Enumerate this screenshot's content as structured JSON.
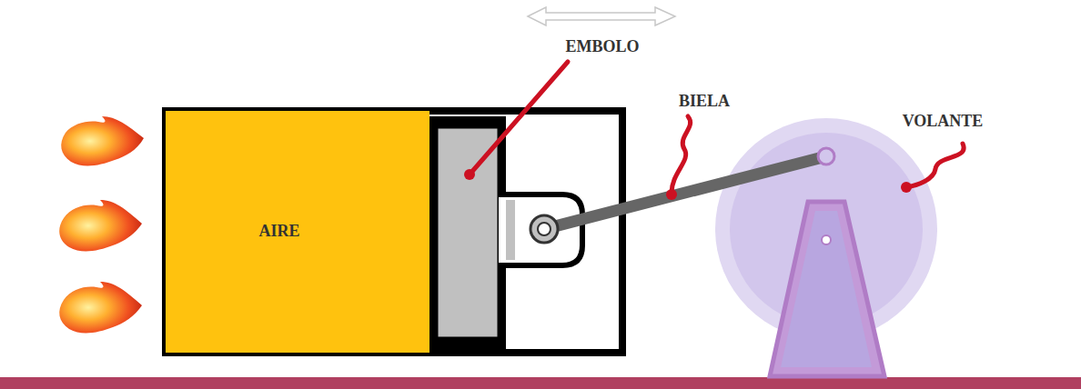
{
  "diagram": {
    "nodes": [
      {
        "text": [
          "AIRE"
        ]
      }
    ],
    "labels": [
      "EMBOLO",
      "BIELA",
      "VOLANTE"
    ]
  }
}
